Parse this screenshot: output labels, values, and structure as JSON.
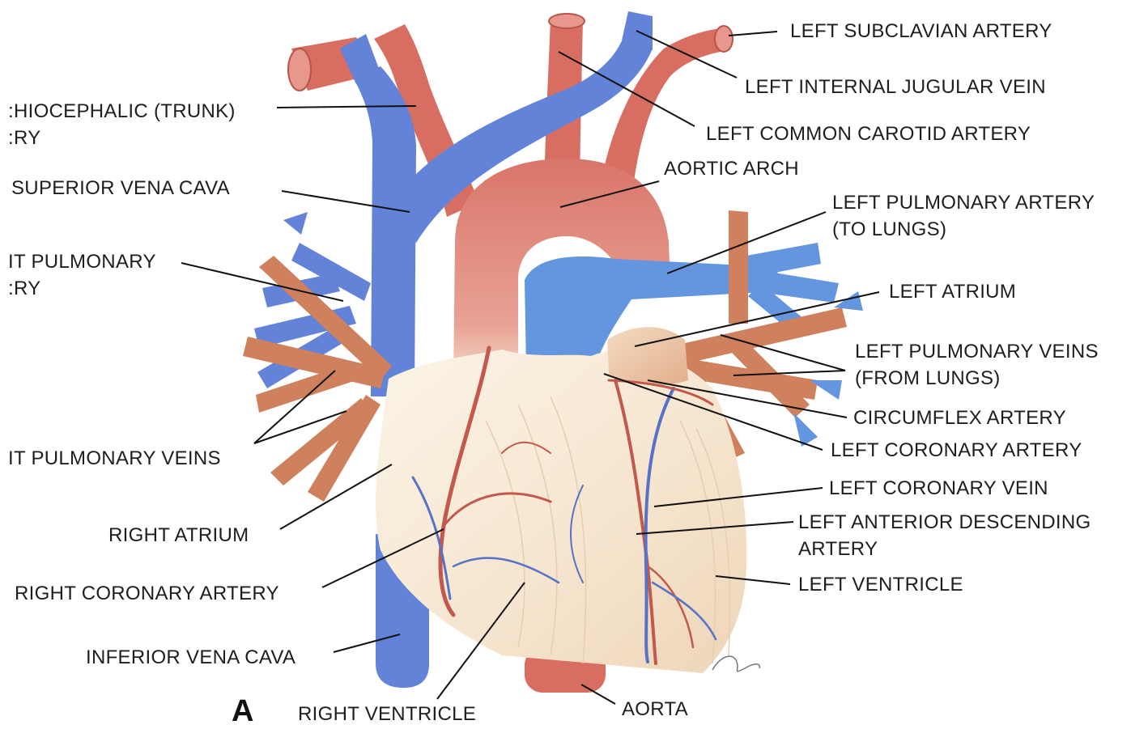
{
  "figure_letter": "A",
  "colors": {
    "artery": "#d86e62",
    "vein": "#5f7fd6",
    "pulmonary_artery": "#6496e0",
    "pulmonary_vein": "#cf805c",
    "myocardium": "#f6ead6",
    "leader_line": "#111111",
    "text": "#1e1e1e"
  },
  "labels": [
    {
      "id": "brachiocephalic",
      "lines": [
        ":HIOCEPHALIC (TRUNK)",
        ":RY"
      ]
    },
    {
      "id": "superior-vena-cava",
      "lines": [
        "SUPERIOR VENA CAVA"
      ]
    },
    {
      "id": "right-pulmonary-artery",
      "lines": [
        "IT PULMONARY",
        ":RY"
      ]
    },
    {
      "id": "right-pulmonary-veins",
      "lines": [
        "IT PULMONARY VEINS"
      ]
    },
    {
      "id": "right-atrium",
      "lines": [
        "RIGHT ATRIUM"
      ]
    },
    {
      "id": "right-coronary-artery",
      "lines": [
        "RIGHT CORONARY ARTERY"
      ]
    },
    {
      "id": "inferior-vena-cava",
      "lines": [
        "INFERIOR VENA CAVA"
      ]
    },
    {
      "id": "right-ventricle",
      "lines": [
        "RIGHT VENTRICLE"
      ]
    },
    {
      "id": "aorta",
      "lines": [
        "AORTA"
      ]
    },
    {
      "id": "left-subclavian-artery",
      "lines": [
        "LEFT SUBCLAVIAN ARTERY"
      ]
    },
    {
      "id": "left-internal-jugular-vein",
      "lines": [
        "LEFT INTERNAL JUGULAR VEIN"
      ]
    },
    {
      "id": "left-common-carotid-artery",
      "lines": [
        "LEFT COMMON CAROTID ARTERY"
      ]
    },
    {
      "id": "aortic-arch",
      "lines": [
        "AORTIC ARCH"
      ]
    },
    {
      "id": "left-pulmonary-artery",
      "lines": [
        "LEFT PULMONARY ARTERY",
        "(TO LUNGS)"
      ]
    },
    {
      "id": "left-atrium",
      "lines": [
        "LEFT ATRIUM"
      ]
    },
    {
      "id": "left-pulmonary-veins",
      "lines": [
        "LEFT PULMONARY VEINS",
        "(FROM LUNGS)"
      ]
    },
    {
      "id": "circumflex-artery",
      "lines": [
        "CIRCUMFLEX ARTERY"
      ]
    },
    {
      "id": "left-coronary-artery",
      "lines": [
        "LEFT CORONARY ARTERY"
      ]
    },
    {
      "id": "left-coronary-vein",
      "lines": [
        "LEFT CORONARY VEIN"
      ]
    },
    {
      "id": "left-anterior-descending-artery",
      "lines": [
        "LEFT ANTERIOR DESCENDING",
        "ARTERY"
      ]
    },
    {
      "id": "left-ventricle",
      "lines": [
        "LEFT VENTRICLE"
      ]
    }
  ]
}
